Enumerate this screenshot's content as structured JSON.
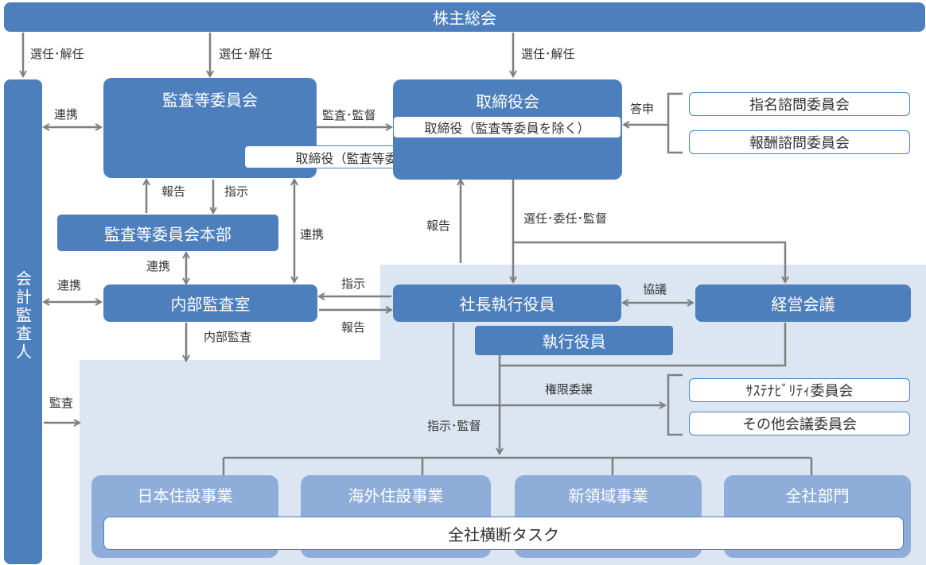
{
  "nodes": {
    "shareholders": "株主総会",
    "auditors": "会計監査人",
    "audit_committee": "監査等委員会",
    "director_audit_member": "取締役（監査等委員）",
    "board": "取締役会",
    "director_non_audit": "取締役（監査等委員を除く）",
    "nomination_committee": "指名諮問委員会",
    "compensation_committee": "報酬諮問委員会",
    "audit_committee_hq": "監査等委員会本部",
    "internal_audit": "内部監査室",
    "president": "社長執行役員",
    "management_meeting": "経営会議",
    "executive_officers": "執行役員",
    "sustainability_committee": "ｻｽﾃﾅﾋﾞﾘﾃｨ委員会",
    "other_committees": "その他会議委員会",
    "biz_japan": "日本住設事業",
    "biz_overseas": "海外住設事業",
    "biz_new": "新領域事業",
    "corporate": "全社部門",
    "cross_task": "全社横断タスク"
  },
  "labels": {
    "elect_dismiss_1": "選任･解任",
    "elect_dismiss_2": "選任･解任",
    "elect_dismiss_3": "選任･解任",
    "coop_auditor_committee": "連携",
    "audit_supervise": "監査･監督",
    "report_answer": "答申",
    "report_1": "報告",
    "instruct_1": "指示",
    "coop_2": "連携",
    "report_2": "報告",
    "elect_entrust_supervise": "選任･委任･監督",
    "coop_3": "連携",
    "coop_4": "連携",
    "instruct_2": "指示",
    "report_3": "報告",
    "consult": "協議",
    "internal_audit_label": "内部監査",
    "delegation": "権限委譲",
    "audit": "監査",
    "instruct_supervise": "指示･監督"
  }
}
